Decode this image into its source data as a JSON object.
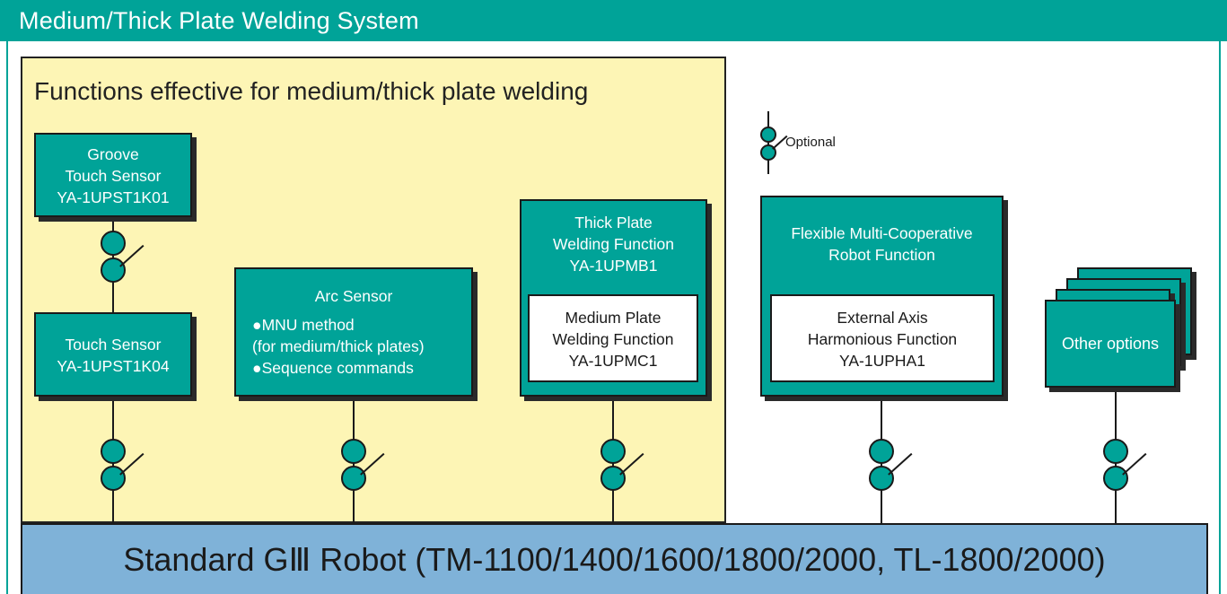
{
  "header": {
    "title": "Medium/Thick Plate Welding System"
  },
  "panel": {
    "title": "Functions effective for medium/thick plate welding"
  },
  "legend": {
    "label": "Optional"
  },
  "boxes": {
    "groove": {
      "lines": [
        "Groove",
        "Touch Sensor",
        "YA-1UPST1K01"
      ]
    },
    "touch": {
      "lines": [
        "Touch Sensor",
        "YA-1UPST1K04"
      ]
    },
    "arc": {
      "lines": [
        "Arc Sensor",
        "●MNU method",
        "(for medium/thick plates)",
        "●Sequence commands"
      ]
    },
    "thick": {
      "lines": [
        "Thick Plate",
        "Welding Function",
        "YA-1UPMB1"
      ]
    },
    "medium": {
      "lines": [
        "Medium Plate",
        "Welding Function",
        "YA-1UPMC1"
      ]
    },
    "flex": {
      "lines": [
        "Flexible Multi-Cooperative",
        "Robot Function"
      ]
    },
    "external": {
      "lines": [
        "External Axis",
        "Harmonious Function",
        "YA-1UPHA1"
      ]
    },
    "other": {
      "lines": [
        "Other options"
      ]
    }
  },
  "bottom": {
    "label": "Standard GⅢ Robot (TM-1100/1400/1600/1800/2000, TL-1800/2000)"
  },
  "colors": {
    "teal": "#00a398",
    "panel_yellow": "#fdf5b5",
    "bar_blue": "#7fb2d8",
    "outline": "#1a1a1a"
  }
}
